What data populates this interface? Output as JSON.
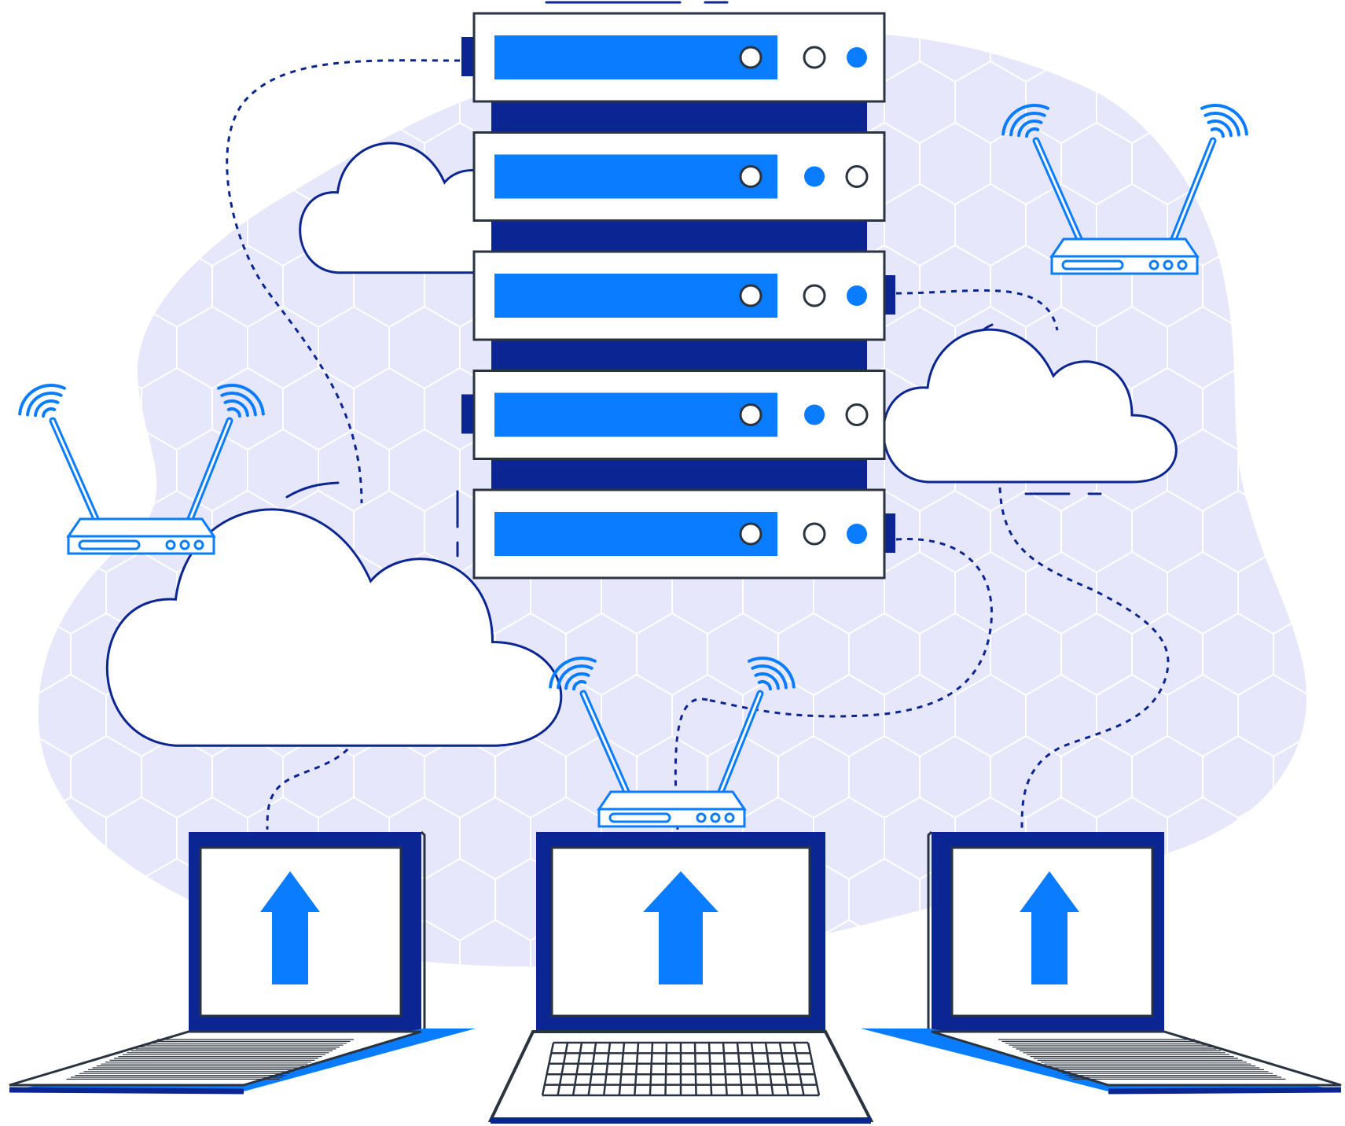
{
  "colors": {
    "navy": "#0b2693",
    "blue": "#0a7cff",
    "outline": "#2a3340",
    "blob": "#e6e7fa",
    "hex_line": "#ffffff",
    "white": "#ffffff"
  },
  "icons": {
    "server": "server-rack-icon",
    "cloud": "cloud-icon",
    "router": "wifi-router-icon",
    "laptop": "laptop-icon",
    "upload": "upload-arrow-icon"
  },
  "server_rack": {
    "units": [
      {
        "indicators": [
          "outline",
          "outline",
          "filled"
        ]
      },
      {
        "indicators": [
          "outline",
          "filled",
          "outline"
        ]
      },
      {
        "indicators": [
          "outline",
          "outline",
          "filled"
        ]
      },
      {
        "indicators": [
          "outline",
          "filled",
          "outline"
        ]
      },
      {
        "indicators": [
          "outline",
          "outline",
          "filled"
        ]
      }
    ]
  }
}
